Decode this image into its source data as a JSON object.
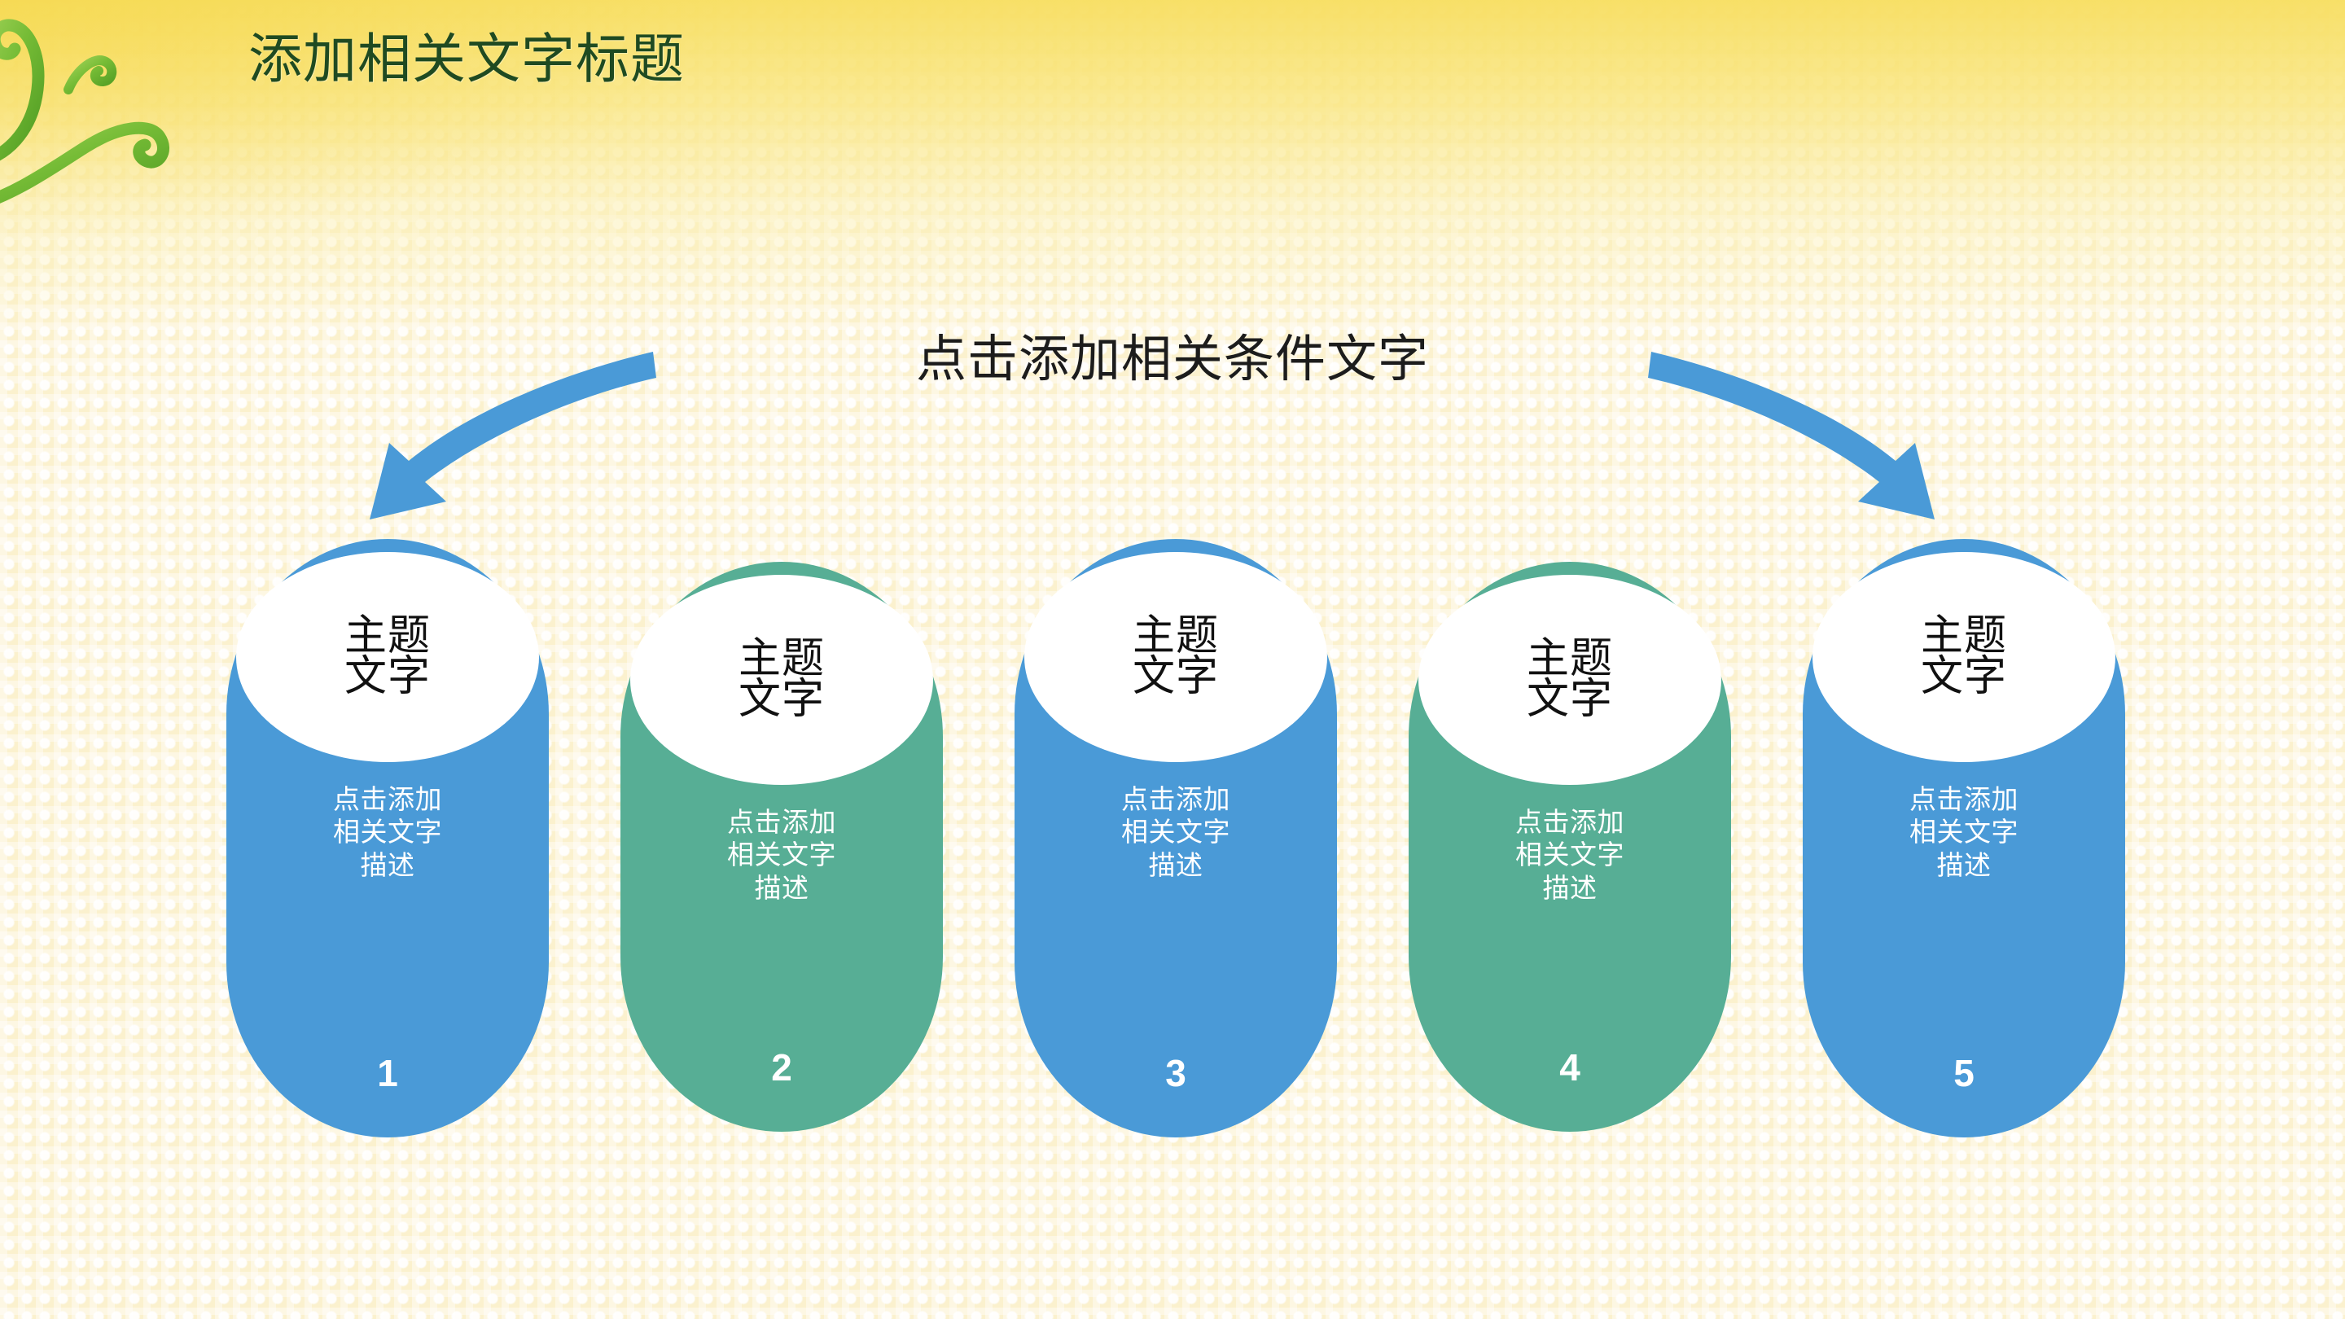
{
  "slide": {
    "title": "添加相关文字标题",
    "heading": "点击添加相关条件文字"
  },
  "colors": {
    "title_green": "#1F4A21",
    "blue": "#4A9AD7",
    "green": "#57AE95",
    "background_cream": "#FBF1CE",
    "background_yellow": "#F7DE60",
    "vine_green": "#7DBE3C",
    "arrow_blue": "#4A9AD7",
    "ellipse_white": "#FFFFFF",
    "heading_black": "#1C1C1C"
  },
  "arrows": [
    {
      "name": "left-arrow",
      "direction": "down-left"
    },
    {
      "name": "right-arrow",
      "direction": "down-right"
    }
  ],
  "capsules": [
    {
      "number": "1",
      "theme_line1": "主题",
      "theme_line2": "文字",
      "desc_line1": "点击添加",
      "desc_line2": "相关文字",
      "desc_line3": "描述",
      "color": "#4A9AD7"
    },
    {
      "number": "2",
      "theme_line1": "主题",
      "theme_line2": "文字",
      "desc_line1": "点击添加",
      "desc_line2": "相关文字",
      "desc_line3": "描述",
      "color": "#57AE95"
    },
    {
      "number": "3",
      "theme_line1": "主题",
      "theme_line2": "文字",
      "desc_line1": "点击添加",
      "desc_line2": "相关文字",
      "desc_line3": "描述",
      "color": "#4A9AD7"
    },
    {
      "number": "4",
      "theme_line1": "主题",
      "theme_line2": "文字",
      "desc_line1": "点击添加",
      "desc_line2": "相关文字",
      "desc_line3": "描述",
      "color": "#57AE95"
    },
    {
      "number": "5",
      "theme_line1": "主题",
      "theme_line2": "文字",
      "desc_line1": "点击添加",
      "desc_line2": "相关文字",
      "desc_line3": "描述",
      "color": "#4A9AD7"
    }
  ]
}
